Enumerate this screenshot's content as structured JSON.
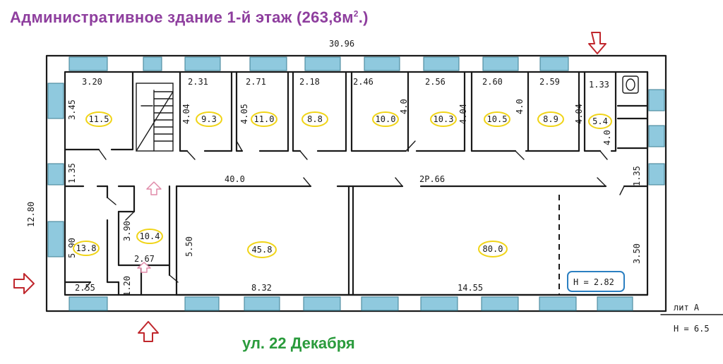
{
  "title": "Административное здание 1-й этаж (263,8м",
  "title_sup": "2",
  "title_end": ".)",
  "street": "ул. 22 Декабря",
  "dimensions": {
    "overall_length": "30.96",
    "overall_width": "12.80",
    "corridor_length": "40.0",
    "corridor_code": "2P.66",
    "corridor_left": "1.35",
    "corridor_right": "1.35"
  },
  "room_widths": [
    "3.20",
    "2.31",
    "2.71",
    "2.18",
    "2.46",
    "2.56",
    "2.60",
    "2.59",
    "1.33"
  ],
  "room_depths": [
    "3.45",
    "4.04",
    "4.05",
    "4.0",
    "4.04",
    "4.0",
    "4.04",
    "4.0"
  ],
  "room_areas": {
    "r1": "11.5",
    "r2": "9.3",
    "r3": "11.0",
    "r4": "8.8",
    "r5": "10.0",
    "r6": "10.3",
    "r7": "10.5",
    "r8": "8.9",
    "r9": "5.4",
    "r10": "13.8",
    "r11": "10.4",
    "r12": "45.8",
    "r13": "80.0"
  },
  "lower_dims": {
    "r10_w": "2.55",
    "r10_d": "5.90",
    "r11_d": "3.90",
    "r11_w": "2.67",
    "entry": "1.20",
    "r12_d": "5.50",
    "r12_w": "8.32",
    "r13_w": "14.55",
    "r13_d": "3.50"
  },
  "height_box": "H = 2.82",
  "legend_line1": "лит А",
  "legend_line2": "H = 6.5"
}
